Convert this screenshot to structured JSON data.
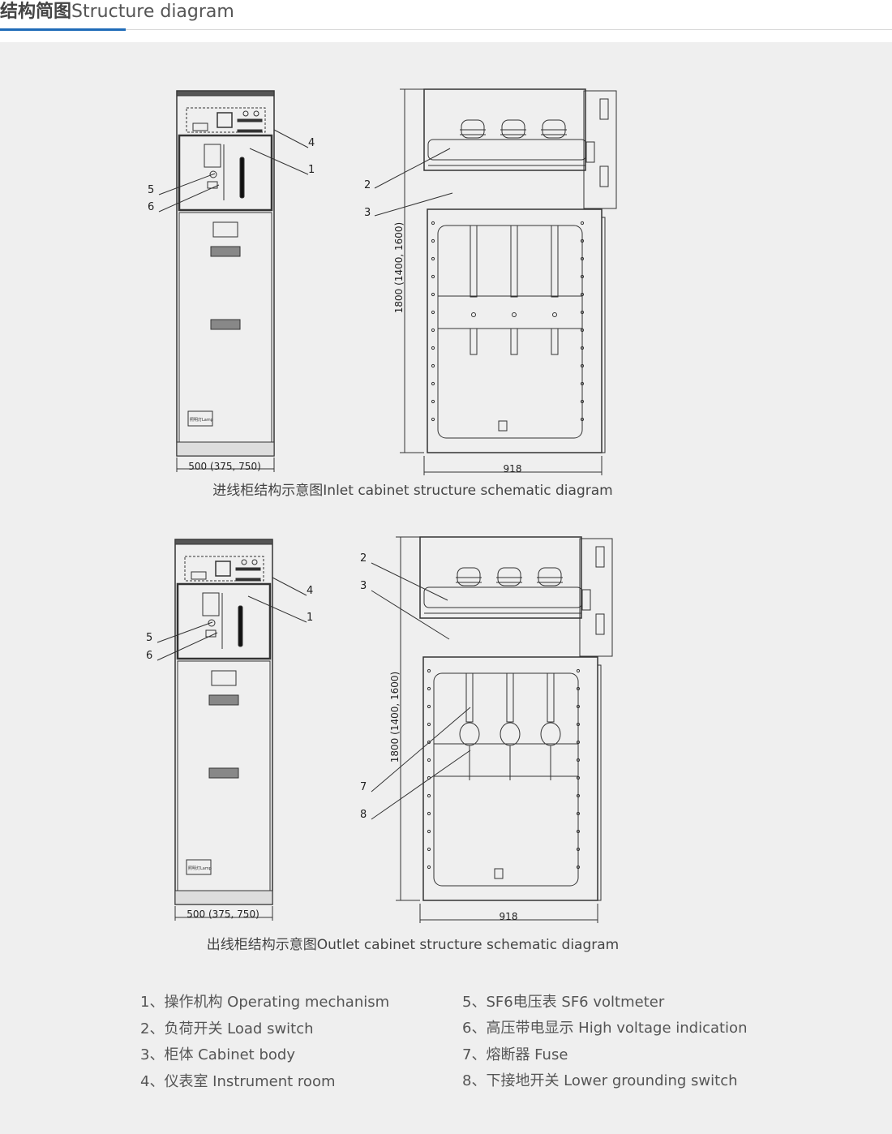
{
  "header": {
    "title_cn": "结构简图",
    "title_en": "Structure diagram",
    "accent_color": "#1f6bb8"
  },
  "inlet": {
    "caption": "进线柜结构示意图Inlet cabinet structure schematic diagram",
    "width_dim": "500 (375, 750)",
    "height_dim": "1800 (1400, 1600)",
    "depth_dim": "918",
    "callouts": [
      "1",
      "2",
      "3",
      "4",
      "5",
      "6"
    ],
    "lamp_label": "照明灯Lamp"
  },
  "outlet": {
    "caption": "出线柜结构示意图Outlet cabinet structure schematic diagram",
    "width_dim": "500 (375, 750)",
    "height_dim": "1800 (1400, 1600)",
    "depth_dim": "918",
    "callouts": [
      "1",
      "2",
      "3",
      "4",
      "5",
      "6",
      "7",
      "8"
    ],
    "lamp_label": "照明灯Lamp"
  },
  "legend": [
    "1、操作机构 Operating mechanism",
    "2、负荷开关 Load switch",
    "3、柜体 Cabinet body",
    "4、仪表室 Instrument room",
    "5、SF6电压表 SF6 voltmeter",
    "6、高压带电显示 High voltage indication",
    "7、熔断器 Fuse",
    "8、下接地开关 Lower grounding switch"
  ]
}
